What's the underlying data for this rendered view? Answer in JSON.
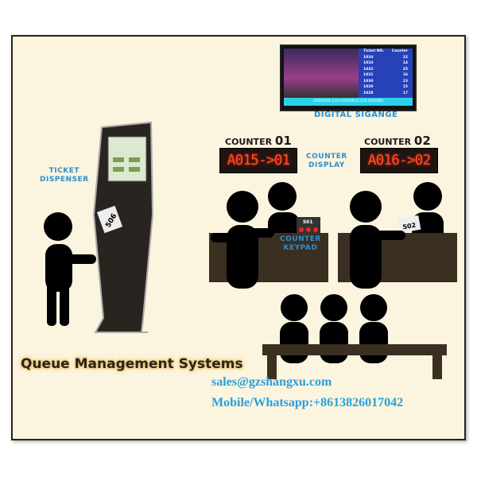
{
  "title": "Queue Management Systems",
  "contact": {
    "email": "sales@gzshangxu.com",
    "phone": "Mobile/Whatsapp:+8613826017042"
  },
  "labels": {
    "digital_signage": "DIGITAL SIGANGE",
    "ticket_dispenser": [
      "TICKET",
      "DISPENSER"
    ],
    "counter_display": [
      "COUNTER",
      "DISPLAY"
    ],
    "counter_keypad": [
      "COUNTER",
      "KEYPAD"
    ]
  },
  "signage": {
    "headers": [
      "Ticket NO.",
      "Counter"
    ],
    "rows": [
      [
        "1034",
        "22"
      ],
      [
        "1033",
        "14"
      ],
      [
        "1032",
        "25"
      ],
      [
        "1031",
        "16"
      ],
      [
        "1030",
        "23"
      ],
      [
        "1029",
        "15"
      ],
      [
        "1028",
        "17"
      ]
    ],
    "ticker": "USD/IDR9.110 EUR/IDR13.120 SGD/IDR"
  },
  "counters": [
    {
      "label": "COUNTER",
      "number": "01",
      "display": "A015->01",
      "keypad": "501"
    },
    {
      "label": "COUNTER",
      "number": "02",
      "display": "A016->02",
      "ticket": "502"
    }
  ],
  "kiosk_ticket": "506",
  "colors": {
    "background": "#fbf4de",
    "silhouette": "#000000",
    "desk": "#3b2f22",
    "label": "#2a8fd0",
    "led": "#ff4a2a"
  }
}
